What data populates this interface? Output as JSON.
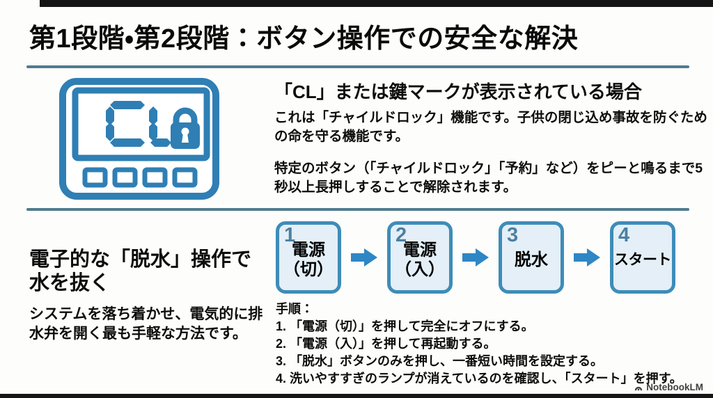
{
  "slide": {
    "title": "第1段階・第2段階：ボタン操作での安全な解決"
  },
  "section_child_lock": {
    "display_icon": {
      "display_text": "CL"
    },
    "heading": "「CL」または鍵マークが表示されている場合",
    "paragraph1": "これは「チャイルドロック」機能です。子供の閉じ込め事故を防ぐための命を守る機能です。",
    "paragraph2": "特定のボタン（「チャイルドロック」「予約」など）をピーと鳴るまで5秒以上長押しすることで解除されます。"
  },
  "section_drain": {
    "heading": "電子的な「脱水」操作で水を抜く",
    "description": "システムを落ち着かせ、電気的に排水弁を開く最も手軽な方法です。",
    "steps": [
      {
        "number": "1",
        "line1": "電源",
        "line2": "（切）"
      },
      {
        "number": "2",
        "line1": "電源",
        "line2": "（入）"
      },
      {
        "number": "3",
        "line1": "脱水",
        "line2": ""
      },
      {
        "number": "4",
        "line1": "スタート",
        "line2": ""
      }
    ],
    "procedure_label": "手順：",
    "procedure_steps": [
      "1. 「電源（切）」を押して完全にオフにする。",
      "2. 「電源（入）」を押して再起動する。",
      "3. 「脱水」ボタンのみを押し、一番短い時間を設定する。",
      "4. 洗いやすすぎのランプが消えているのを確認し、「スタート」を押す。"
    ]
  },
  "footer": {
    "brand": "NotebookLM"
  },
  "colors": {
    "accent_blue": "#2f7fb4",
    "box_border": "#3e8cb8",
    "box_fill": "#e4eff7",
    "arrow_blue": "#2e86c5",
    "divider_blue_gray": "#4f7c90",
    "step_number_blue": "#4b80a4",
    "text_black": "#0d0d0d",
    "watermark_gray": "#3f3f3f"
  }
}
